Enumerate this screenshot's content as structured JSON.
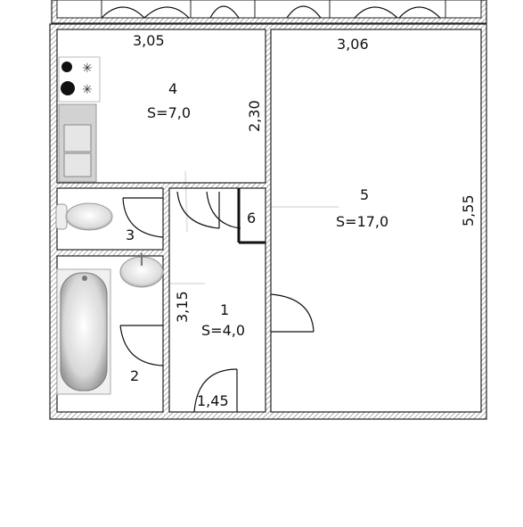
{
  "plan": {
    "rooms": [
      {
        "number": "1",
        "area": "S=4,0"
      },
      {
        "number": "2"
      },
      {
        "number": "3"
      },
      {
        "number": "4",
        "area": "S=7,0"
      },
      {
        "number": "5",
        "area": "S=17,0"
      },
      {
        "number": "6"
      }
    ],
    "dimensions": [
      "3,05",
      "3,06",
      "2,30",
      "5,55",
      "3,15",
      "1,45"
    ]
  }
}
